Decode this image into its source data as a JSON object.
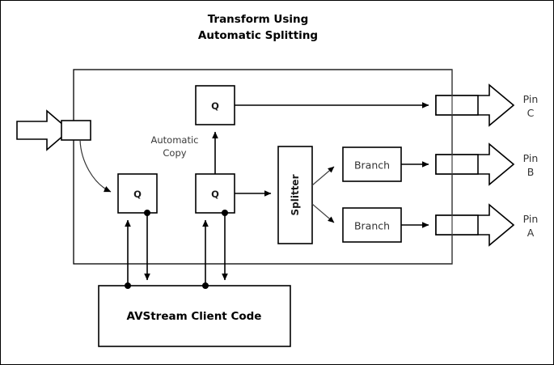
{
  "title": {
    "line1": "Transform Using",
    "line2": "Automatic Splitting"
  },
  "notes": {
    "automatic_copy_line1": "Automatic",
    "automatic_copy_line2": "Copy"
  },
  "transform": {
    "queues": [
      {
        "id": "q-top",
        "label": "Q"
      },
      {
        "id": "q-input",
        "label": "Q"
      },
      {
        "id": "q-splitter-feed",
        "label": "Q"
      }
    ],
    "splitter": {
      "label": "Splitter"
    },
    "branches": [
      {
        "id": "branch-upper",
        "label": "Branch"
      },
      {
        "id": "branch-lower",
        "label": "Branch"
      }
    ]
  },
  "pins": [
    {
      "id": "pin-c",
      "line1": "Pin",
      "line2": "C"
    },
    {
      "id": "pin-b",
      "line1": "Pin",
      "line2": "B"
    },
    {
      "id": "pin-a",
      "line1": "Pin",
      "line2": "A"
    }
  ],
  "client": {
    "label": "AVStream Client Code"
  },
  "colors": {
    "stroke": "#000000",
    "background": "#ffffff",
    "text": "#1a1a1a",
    "note_text": "#3a3a3a"
  }
}
